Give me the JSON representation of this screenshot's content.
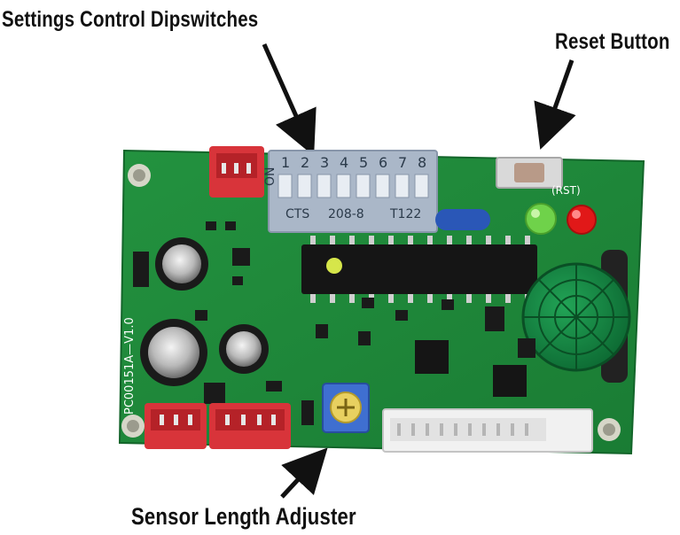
{
  "callouts": {
    "dipswitches": "Settings Control Dipswitches",
    "reset": "Reset Button",
    "sensor": "Sensor Length Adjuster"
  },
  "board": {
    "model": "PC00151A—V1.0",
    "rst_label": "(RST)",
    "dip_numbers": [
      "1",
      "2",
      "3",
      "4",
      "5",
      "6",
      "7",
      "8"
    ],
    "dip_on": "ON",
    "dip_maker": "CTS",
    "dip_part": "208-8",
    "dip_code": "T122"
  },
  "colors": {
    "pcb": "#1f8a3a",
    "connector": "#d8343a",
    "dip_body": "#aab7c8",
    "trimpot": "#3f6fd0",
    "led_green": "#6fd24a",
    "led_red": "#e11818"
  }
}
